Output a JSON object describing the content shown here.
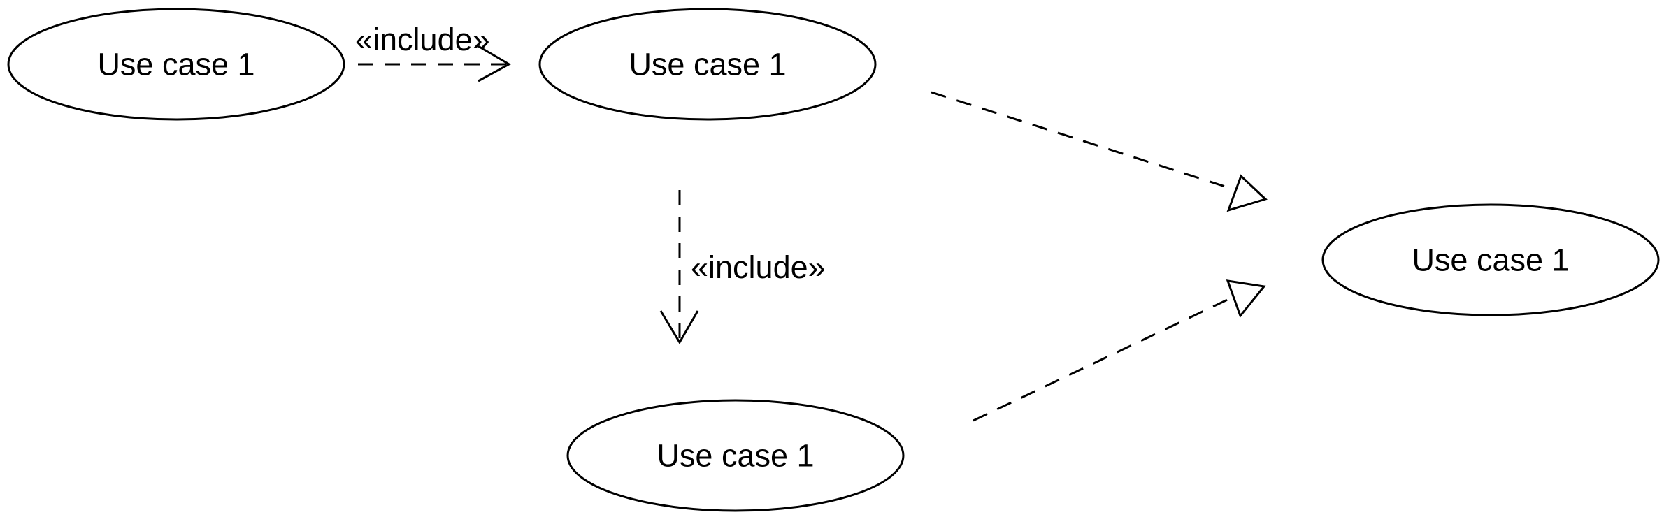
{
  "use_cases": [
    {
      "id": "uc-top-left",
      "label": "Use case 1"
    },
    {
      "id": "uc-top-middle",
      "label": "Use case 1"
    },
    {
      "id": "uc-bottom-middle",
      "label": "Use case 1"
    },
    {
      "id": "uc-right",
      "label": "Use case 1"
    }
  ],
  "relationships": [
    {
      "from": "uc-top-left",
      "to": "uc-top-middle",
      "kind": "include",
      "label": "«include»"
    },
    {
      "from": "uc-top-middle",
      "to": "uc-bottom-middle",
      "kind": "include",
      "label": "«include»"
    },
    {
      "from": "uc-top-middle",
      "to": "uc-right",
      "kind": "generalization"
    },
    {
      "from": "uc-bottom-middle",
      "to": "uc-right",
      "kind": "generalization"
    }
  ]
}
